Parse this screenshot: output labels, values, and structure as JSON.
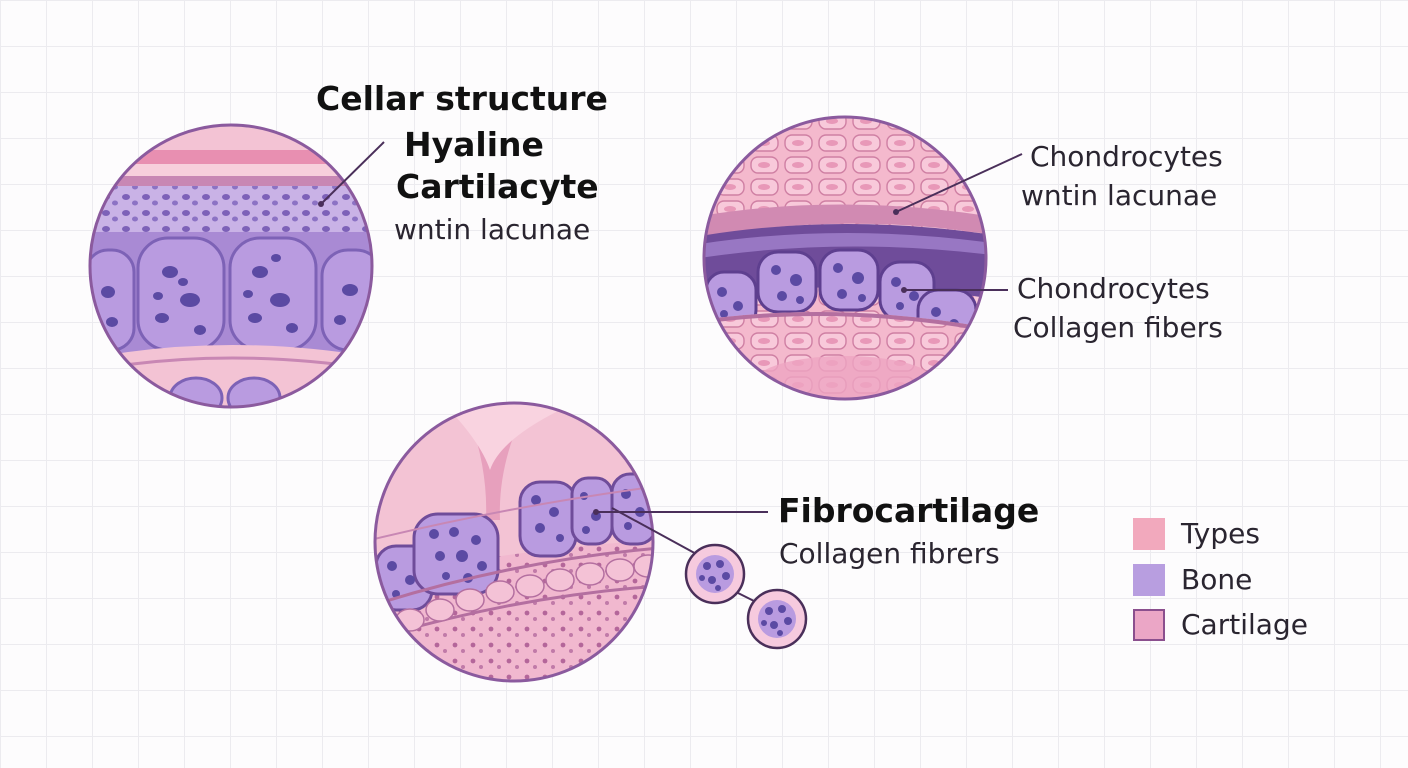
{
  "panel_hyaline": {
    "title": "Cellar structure",
    "heading_line1": "Hyaline",
    "heading_line2": "Cartilacyte",
    "subtitle": "wntin lacunae"
  },
  "panel_right": {
    "callout1_line1": "Chondrocytes",
    "callout1_line2": "wntin lacunae",
    "callout2_line1": "Chondrocytes",
    "callout2_line2": "Collagen fibers"
  },
  "panel_fibro": {
    "heading": "Fibrocartilage",
    "subtitle": "Collagen fibrers"
  },
  "legend": [
    {
      "label": "Types",
      "color": "#f2a9bd"
    },
    {
      "label": "Bone",
      "color": "#b89ee0"
    },
    {
      "label": "Cartilage",
      "color": "#eba6c6",
      "border": "#8b4f8e"
    }
  ],
  "colors": {
    "outline": "#8b5a9e",
    "pink_matrix": "#f0b3cb",
    "purple_cell": "#a98ad4",
    "nucleus": "#5b4aa3",
    "leader_line": "#4a2f5a"
  }
}
